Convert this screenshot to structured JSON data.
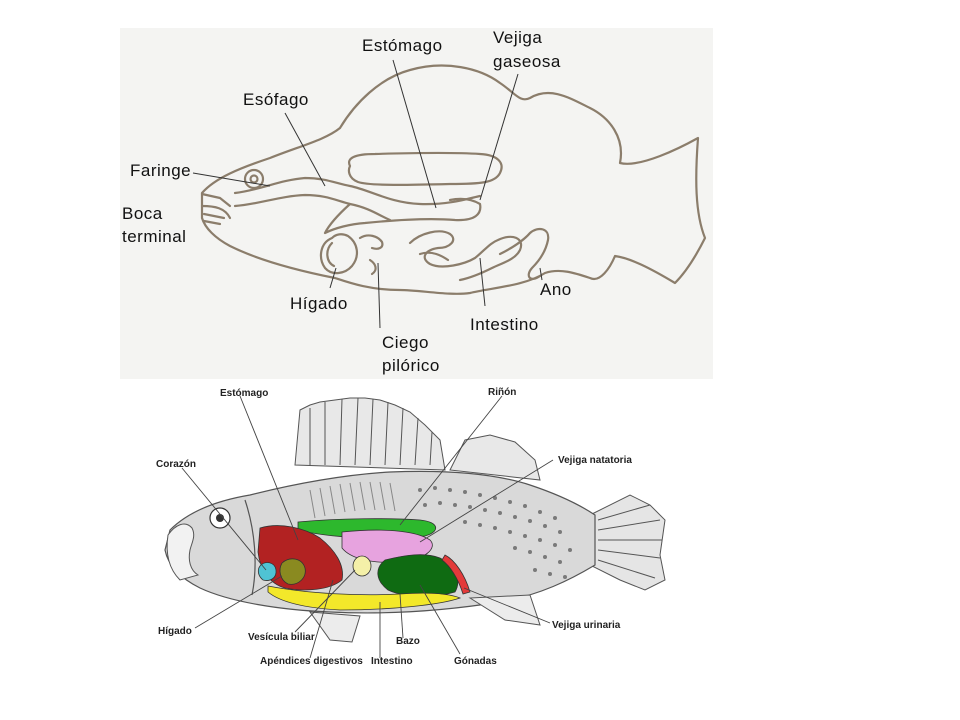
{
  "top_diagram": {
    "labels": {
      "estomago": "Estómago",
      "vejiga_line1": "Vejiga",
      "vejiga_line2": "gaseosa",
      "esofago": "Esófago",
      "faringe": "Faringe",
      "boca_line1": "Boca",
      "boca_line2": "terminal",
      "higado": "Hígado",
      "ciego_line1": "Ciego",
      "ciego_line2": "pilórico",
      "intestino": "Intestino",
      "ano": "Ano"
    }
  },
  "bottom_diagram": {
    "labels": {
      "estomago": "Estómago",
      "rinon": "Riñón",
      "corazon": "Corazón",
      "vejiga_natatoria": "Vejiga natatoria",
      "higado": "Hígado",
      "vesicula": "Vesícula biliar",
      "apendices": "Apéndices digestivos",
      "intestino": "Intestino",
      "bazo": "Bazo",
      "gonadas": "Gónadas",
      "vejiga_urinaria": "Vejiga urinaria"
    },
    "colors": {
      "heart": "#4fc3d4",
      "liver": "#8a8a20",
      "stomach": "#b22222",
      "kidney": "#2db82d",
      "swim_bladder": "#e7a3df",
      "gonads": "#0f6b12",
      "intestine": "#f3e82a",
      "gallbladder": "#f4f0a8",
      "urinary": "#e33a3a"
    }
  }
}
